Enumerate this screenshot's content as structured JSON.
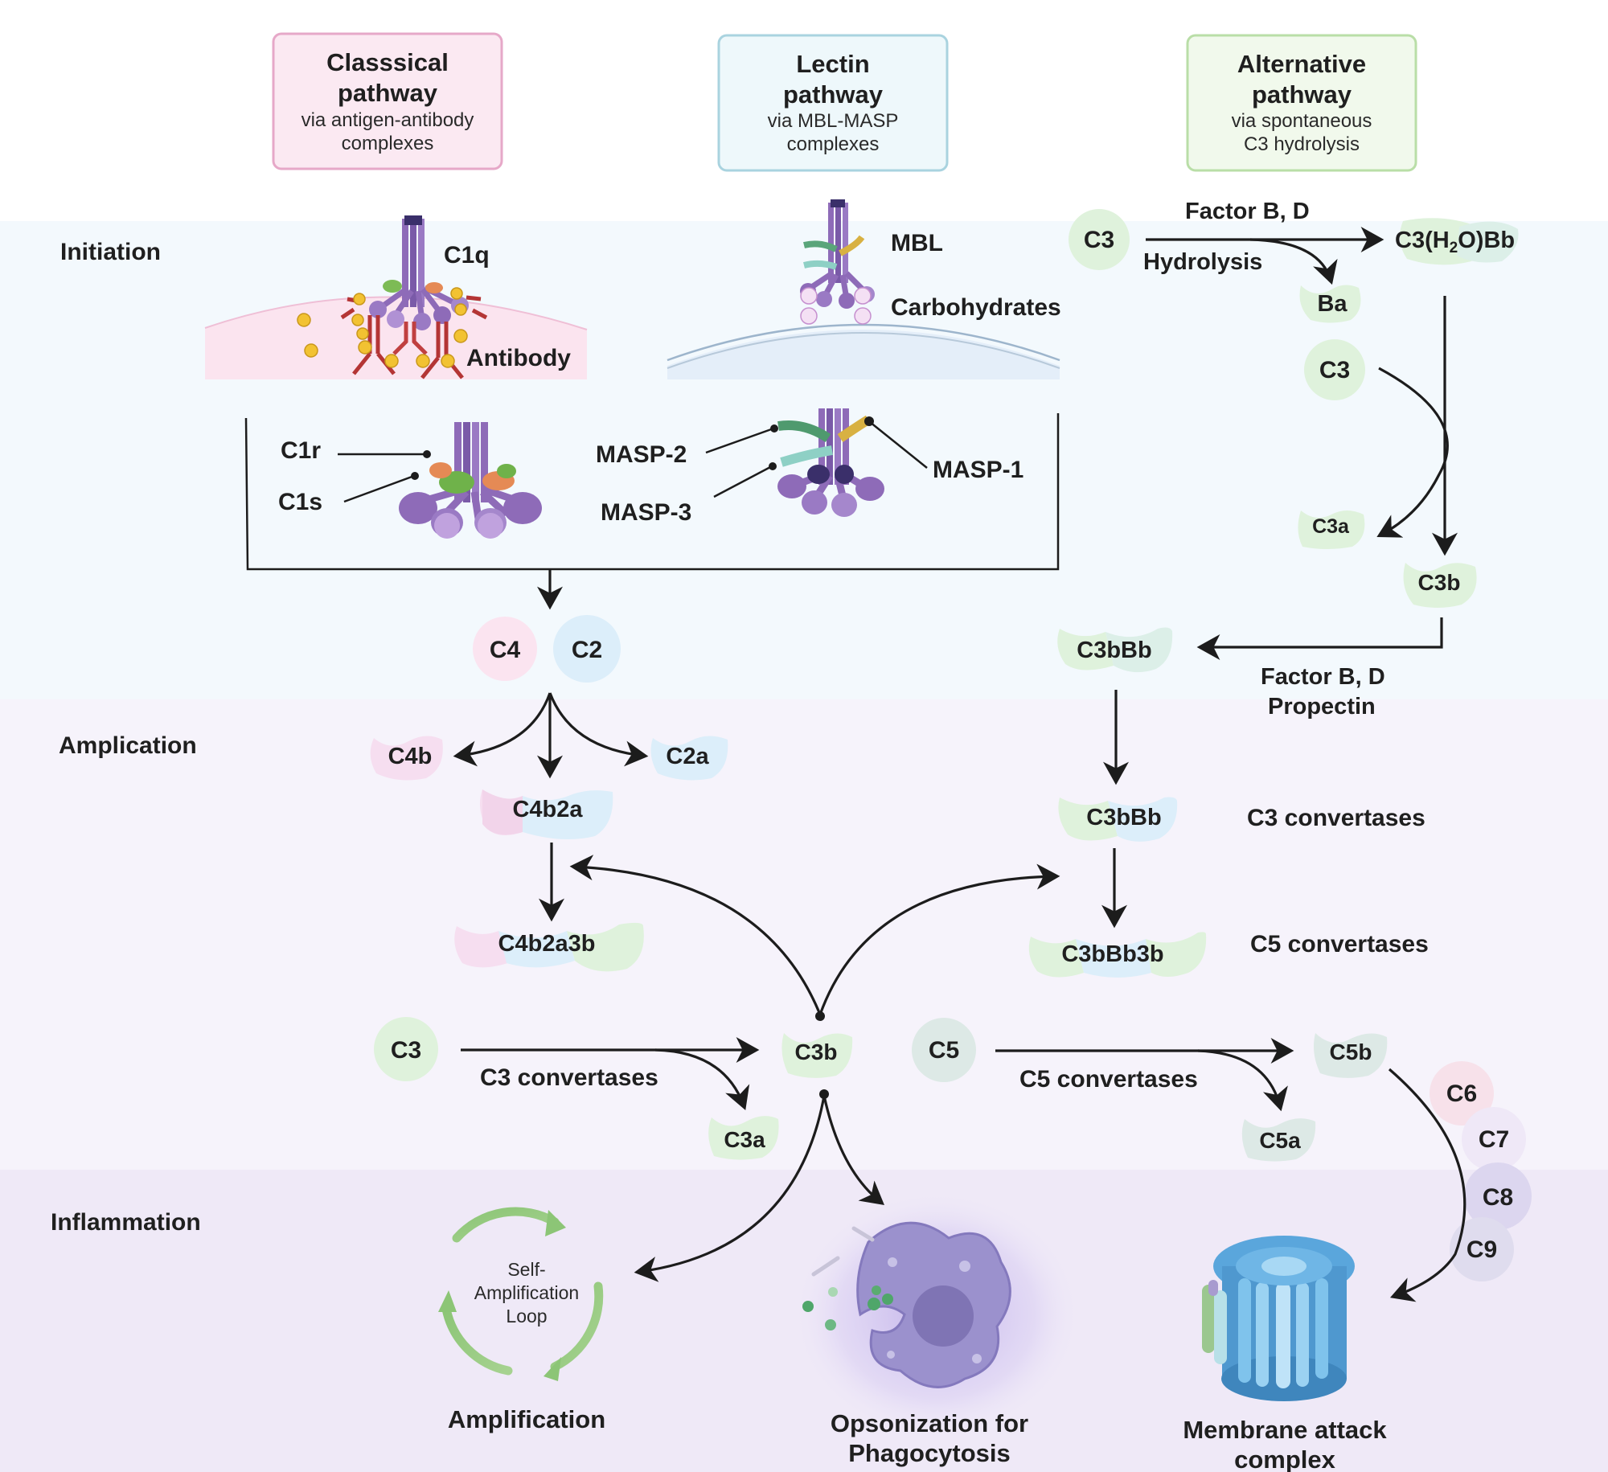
{
  "pathways": {
    "classical": {
      "title_l1": "Classsical",
      "title_l2": "pathway",
      "sub_l1": "via antigen-antibody",
      "sub_l2": "complexes"
    },
    "lectin": {
      "title_l1": "Lectin",
      "title_l2": "pathway",
      "sub_l1": "via MBL-MASP",
      "sub_l2": "complexes"
    },
    "alternative": {
      "title_l1": "Alternative",
      "title_l2": "pathway",
      "sub_l1": "via spontaneous",
      "sub_l2": "C3 hydrolysis"
    }
  },
  "phases": {
    "initiation": "Initiation",
    "amplication": "Amplication",
    "inflammation": "Inflammation"
  },
  "labels": {
    "c1q": "C1q",
    "antibody": "Antibody",
    "mbl": "MBL",
    "carbohydrates": "Carbohydrates",
    "c1r": "C1r",
    "c1s": "C1s",
    "masp2": "MASP-2",
    "masp3": "MASP-3",
    "masp1": "MASP-1",
    "c3_alt": "C3",
    "factor_bd_top": "Factor B, D",
    "hydrolysis": "Hydrolysis",
    "c3h2obb_pre": "C3(H",
    "c3h2obb_sub": "2",
    "c3h2obb_post": "O)Bb",
    "ba": "Ba",
    "c3_alt2": "C3",
    "c3a_alt": "C3a",
    "c3b_alt": "C3b",
    "c4": "C4",
    "c2": "C2",
    "c3bbb_top": "C3bBb",
    "factor_bd_mid": "Factor B, D",
    "propectin": "Propectin",
    "c4b": "C4b",
    "c2a": "C2a",
    "c4b2a": "C4b2a",
    "c3bbb": "C3bBb",
    "c3_convertases_right": "C3 convertases",
    "c4b2a3b": "C4b2a3b",
    "c3bbb3b": "C3bBb3b",
    "c5_convertases_right": "C5 convertases",
    "c3_left": "C3",
    "c3_convertases_lower": "C3 convertases",
    "c3b_center": "C3b",
    "c3a_lower": "C3a",
    "c5": "C5",
    "c5_convertases_lower": "C5 convertases",
    "c5b": "C5b",
    "c5a": "C5a",
    "c6": "C6",
    "c7": "C7",
    "c8": "C8",
    "c9": "C9",
    "loop_l1": "Self-",
    "loop_l2": "Amplification",
    "loop_l3": "Loop",
    "amplification": "Amplification",
    "opson_l1": "Opsonization for",
    "opson_l2": "Phagocytosis",
    "mac_l1": "Membrane attack",
    "mac_l2": "complex"
  },
  "colors": {
    "initiation_band": "#f3f9fd",
    "amplication_band": "#f6f3fb",
    "inflammation_band": "#efe9f7",
    "classical": "#e6a8c8",
    "lectin": "#a9d3df",
    "alternative": "#b9dea7",
    "c3_family": "#dff2dc",
    "c4_family": "#f6def0",
    "c2_family": "#dceefa",
    "c5_family": "#dde9e6"
  }
}
